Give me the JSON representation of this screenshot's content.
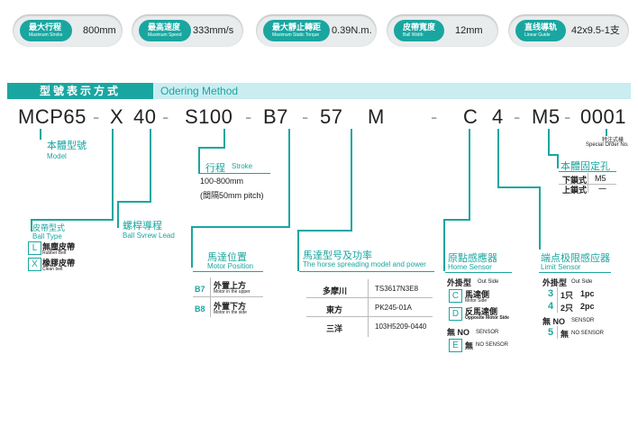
{
  "specs": [
    {
      "zh": "最大行程",
      "en": "Maximum Stroke",
      "value": "800mm"
    },
    {
      "zh": "最高速度",
      "en": "Maximum Speed",
      "value": "333mm/s"
    },
    {
      "zh": "最大靜止轉距",
      "en": "Maximum Static Torque",
      "value": "0.39N.m."
    },
    {
      "zh": "皮帶寬度",
      "en": "Ball Width",
      "value": "12mm"
    },
    {
      "zh": "直线導轨",
      "en": "Linear Guide",
      "value": "42x9.5-1支"
    }
  ],
  "header": {
    "zh": "型號表示方式",
    "en": "Odering Method"
  },
  "code": {
    "p1": "MCP65",
    "p2": "X",
    "p3": "40",
    "p4": "S100",
    "p5": "B7",
    "p6": "57",
    "p7": "M",
    "p8": "C",
    "p9": "4",
    "p10": "M5",
    "p11": "0001",
    "dash": "-"
  },
  "model": {
    "zh": "本體型號",
    "en": "Model"
  },
  "stroke": {
    "zh": "行程",
    "en": "Stroke",
    "range": "100-800mm",
    "pitch": "(間隔50mm pitch)"
  },
  "special": {
    "zh": "特注式樣",
    "en": "Special Order No."
  },
  "fix": {
    "zh": "本體固定孔",
    "rows": [
      {
        "k": "下鎖式",
        "v": "M5"
      },
      {
        "k": "上鎖式",
        "v": "一"
      }
    ]
  },
  "belt": {
    "zh": "皮帶型式",
    "en": "Ball Type",
    "rows": [
      {
        "code": "L",
        "zh": "無塵皮帶",
        "en": "Rubber Belt"
      },
      {
        "code": "X",
        "zh": "橡膠皮帶",
        "en": "Clean belt"
      }
    ]
  },
  "lead": {
    "zh": "螺桿導程",
    "en": "Ball Svrew Lead"
  },
  "motorpos": {
    "zh": "馬達位置",
    "en": "Motor Position",
    "rows": [
      {
        "code": "B7",
        "zh": "外置上方",
        "en": "Motor in the upper"
      },
      {
        "code": "B8",
        "zh": "外置下方",
        "en": "Motor in the side"
      }
    ]
  },
  "motor": {
    "zh": "馬達型号及功率",
    "en": "The horse spreading model and power",
    "rows": [
      {
        "brand": "多摩川",
        "model": "TS3617N3E8"
      },
      {
        "brand": "東方",
        "model": "PK245-01A"
      },
      {
        "brand": "三洋",
        "model": "103H5209-0440"
      }
    ]
  },
  "home": {
    "zh": "原點感應器",
    "en": "Home Sensor",
    "type_zh": "外掛型",
    "type_en": "Out Side",
    "rows": [
      {
        "code": "C",
        "zh": "馬達側",
        "en": "Motor Side"
      },
      {
        "code": "D",
        "zh": "反馬達側",
        "en": "Opposite Motor Side"
      }
    ],
    "none_zh": "無 NO",
    "none_en": "SENSOR",
    "e_code": "E",
    "e_zh": "無",
    "e_en": "NO SENSOR"
  },
  "limit": {
    "zh": "端点极限感应器",
    "en": "Limit Sensor",
    "type_zh": "外掛型",
    "type_en": "Out Side",
    "rows": [
      {
        "code": "3",
        "zh": "1只",
        "en": "1pc"
      },
      {
        "code": "4",
        "zh": "2只",
        "en": "2pc"
      }
    ],
    "none_zh": "無 NO",
    "none_en": "SENSOR",
    "five_code": "5",
    "five_zh": "無",
    "five_en": "NO SENSOR"
  }
}
